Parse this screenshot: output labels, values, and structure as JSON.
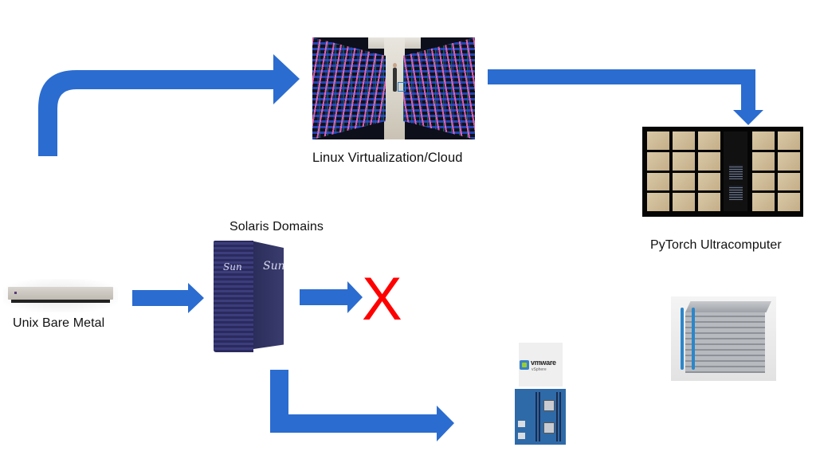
{
  "diagram": {
    "labels": {
      "linux_cloud": "Linux Virtualization/Cloud",
      "pytorch_ultracomputer": "PyTorch Ultracomputer",
      "solaris_domains": "Solaris Domains",
      "unix_bare_metal": "Unix Bare Metal"
    },
    "dead_end_mark": "X",
    "vmware": {
      "brand": "vmware",
      "product": "vSphere"
    },
    "sun_logo": "Sun",
    "colors": {
      "arrow": "#2b6cd0",
      "dead_end": "#ff0000",
      "text": "#111111"
    },
    "nodes": [
      {
        "id": "unix_bare_metal",
        "label": "Unix Bare Metal",
        "icon": "pizza-box-server-image"
      },
      {
        "id": "solaris_domains",
        "label": "Solaris Domains",
        "icon": "sun-server-tower-image"
      },
      {
        "id": "dead_end",
        "label": "X",
        "icon": "red-x"
      },
      {
        "id": "vmware_x86",
        "label": "vmware vSphere",
        "icon": "vmware-logo-and-motherboard-image"
      },
      {
        "id": "linux_cloud",
        "label": "Linux Virtualization/Cloud",
        "icon": "datacenter-aisle-image"
      },
      {
        "id": "pytorch_ultracomputer",
        "label": "PyTorch Ultracomputer",
        "icon": "ai-rack-image"
      },
      {
        "id": "liquid_cooled",
        "label": "",
        "icon": "liquid-cooled-server-image"
      }
    ],
    "edges": [
      {
        "from": "unix_bare_metal",
        "to": "solaris_domains",
        "style": "straight"
      },
      {
        "from": "solaris_domains",
        "to": "dead_end",
        "style": "straight"
      },
      {
        "from": "solaris_domains",
        "to": "vmware_x86",
        "style": "elbow"
      },
      {
        "from": "left-offscreen",
        "to": "linux_cloud",
        "style": "curved"
      },
      {
        "from": "linux_cloud",
        "to": "pytorch_ultracomputer",
        "style": "elbow"
      }
    ]
  }
}
